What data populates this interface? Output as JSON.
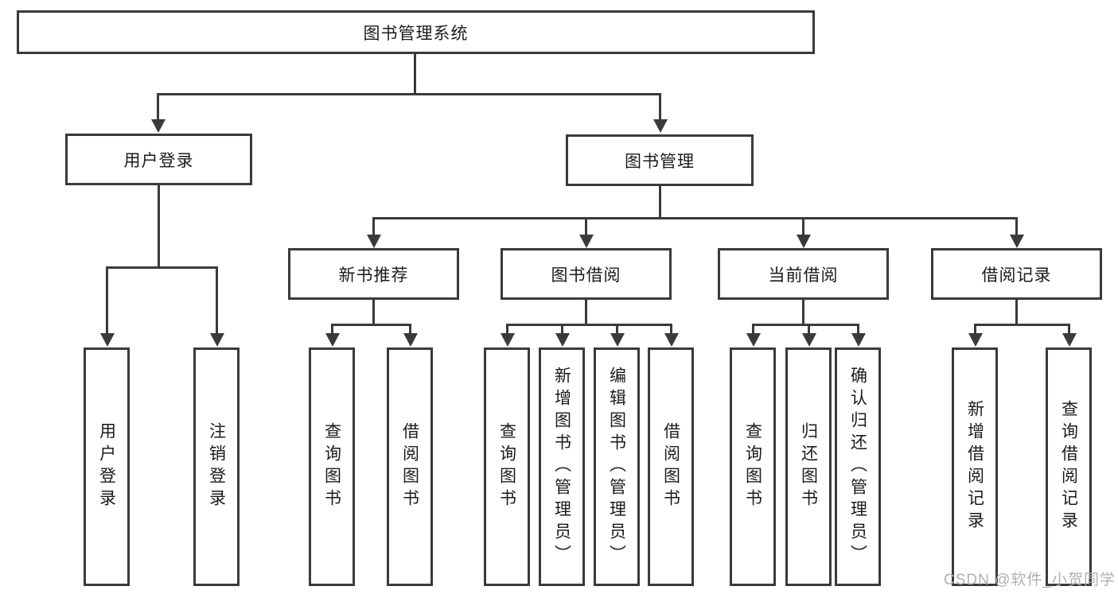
{
  "nodes": {
    "root": "图书管理系统",
    "user_login": "用户登录",
    "book_management": "图书管理",
    "new_book_recommend": "新书推荐",
    "book_borrow": "图书借阅",
    "current_borrow": "当前借阅",
    "borrow_records": "借阅记录"
  },
  "leaves": {
    "user_login": [
      "用户登录",
      "注销登录"
    ],
    "new_book_recommend": [
      "查询图书",
      "借阅图书"
    ],
    "book_borrow": [
      "查询图书",
      "新增图书（管理员）",
      "编辑图书（管理员）",
      "借阅图书"
    ],
    "current_borrow": [
      "查询图书",
      "归还图书",
      "确认归还（管理员）"
    ],
    "borrow_records": [
      "新增借阅记录",
      "查询借阅记录"
    ]
  },
  "watermark": "CSDN @软件_小贺同学",
  "colors": {
    "line": "#3a3a3a",
    "text": "#1b1b1b",
    "background": "#ffffff",
    "watermark": "#b0b0b0"
  }
}
